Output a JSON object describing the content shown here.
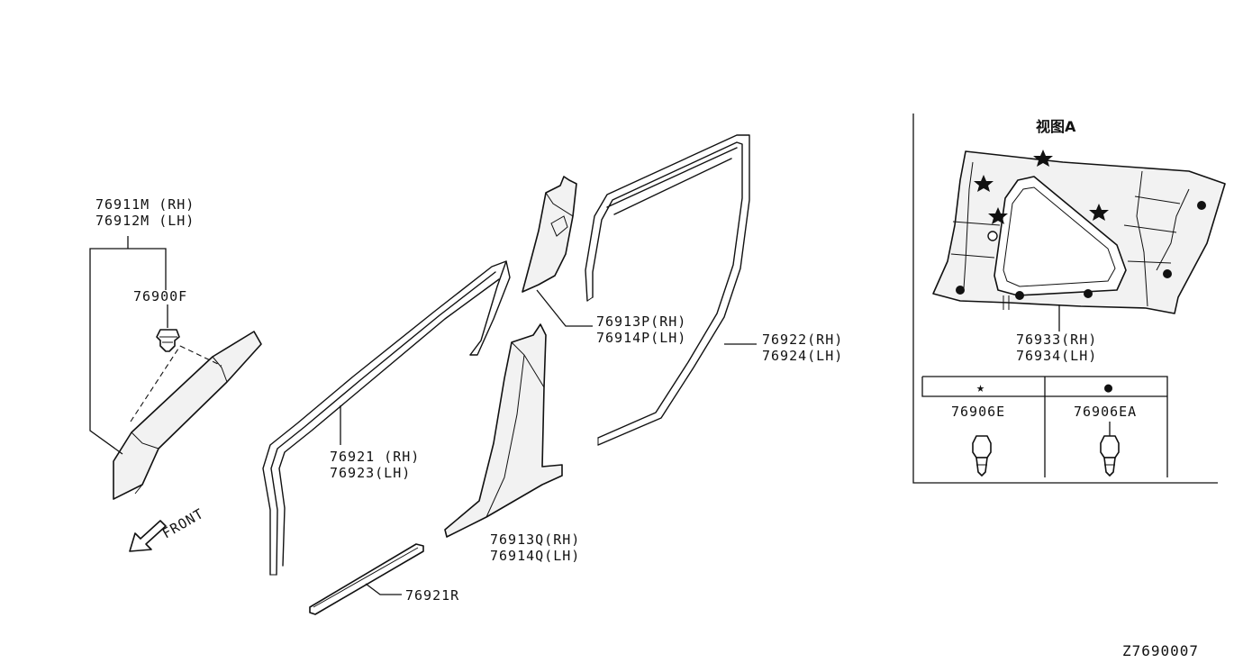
{
  "parts": {
    "a_pillar": {
      "rh": "76911M (RH)",
      "lh": "76912M (LH)"
    },
    "clip_f": "76900F",
    "b_upper": {
      "rh": "76913P(RH)",
      "lh": "76914P(LH)"
    },
    "door_weatherstrip_rear": {
      "rh": "76922(RH)",
      "lh": "76924(LH)"
    },
    "door_weatherstrip_front": {
      "rh": "76921 (RH)",
      "lh": "76923(LH)"
    },
    "b_lower": {
      "rh": "76913Q(RH)",
      "lh": "76914Q(LH)"
    },
    "sill_strip": "76921R"
  },
  "front_label": "FRONT",
  "view_a": {
    "title": "视图A",
    "panel": {
      "rh": "76933(RH)",
      "lh": "76934(LH)"
    },
    "clips": [
      {
        "symbol": "★",
        "icon": "star-icon",
        "part": "76906E"
      },
      {
        "symbol": "●",
        "icon": "dot-icon",
        "part": "76906EA"
      }
    ]
  },
  "diagram_code": "Z7690007"
}
